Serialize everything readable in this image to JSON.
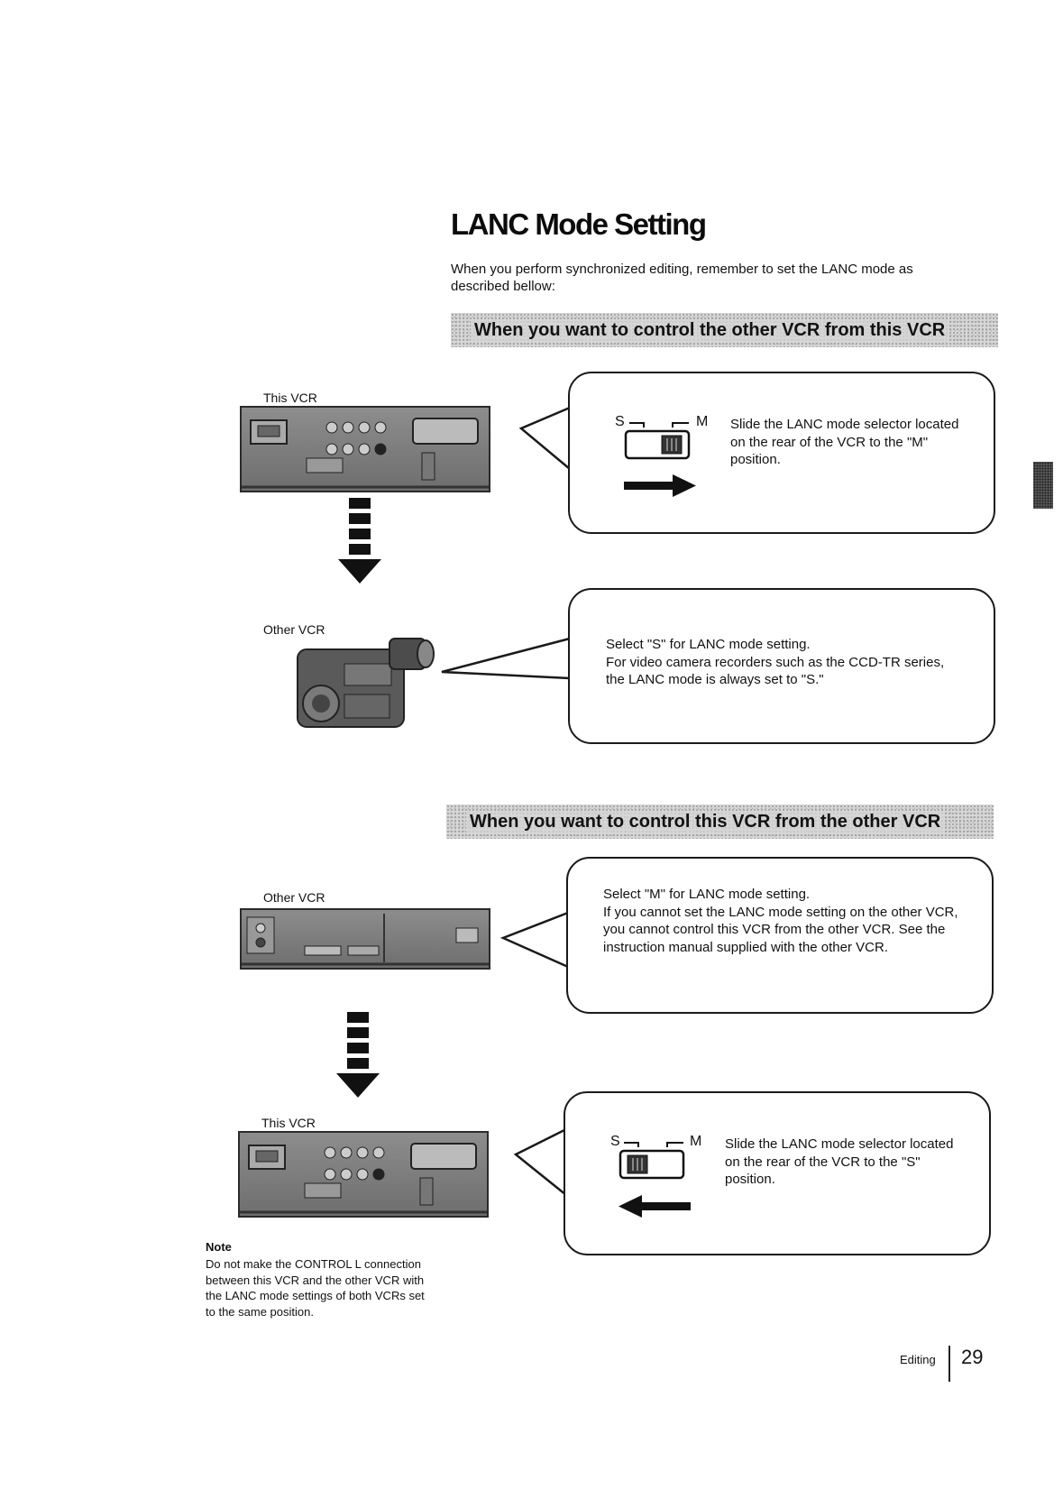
{
  "title": "LANC Mode Setting",
  "intro": "When you perform synchronized editing, remember to set the LANC mode as described bellow:",
  "section1": {
    "heading": "When you want to control the other VCR from this VCR",
    "device_top_label": "This VCR",
    "device_bottom_label": "Other VCR",
    "callout1": {
      "switch_left": "S",
      "switch_right": "M",
      "text": "Slide the LANC mode selector located on the rear of the VCR to the \"M\" position."
    },
    "callout2": {
      "text_line1": "Select \"S\" for LANC mode setting.",
      "text_line2": "For video camera recorders such as the CCD-TR series, the LANC mode is always set to \"S.\""
    }
  },
  "section2": {
    "heading": "When you want to control this VCR from the other VCR",
    "device_top_label": "Other VCR",
    "device_bottom_label": "This VCR",
    "callout1": {
      "text_line1": "Select \"M\" for LANC mode setting.",
      "text_line2": "If you cannot set the LANC mode setting on the other VCR, you cannot control this VCR from the other VCR. See the instruction manual supplied with the other VCR."
    },
    "callout2": {
      "switch_left": "S",
      "switch_right": "M",
      "text": "Slide the LANC mode selector located on the rear of the VCR to the \"S\" position."
    }
  },
  "note": {
    "title": "Note",
    "text": "Do not make the CONTROL L connection between this VCR and the other VCR with the LANC mode settings of both VCRs set to the same position."
  },
  "footer": {
    "section": "Editing",
    "page": "29"
  }
}
